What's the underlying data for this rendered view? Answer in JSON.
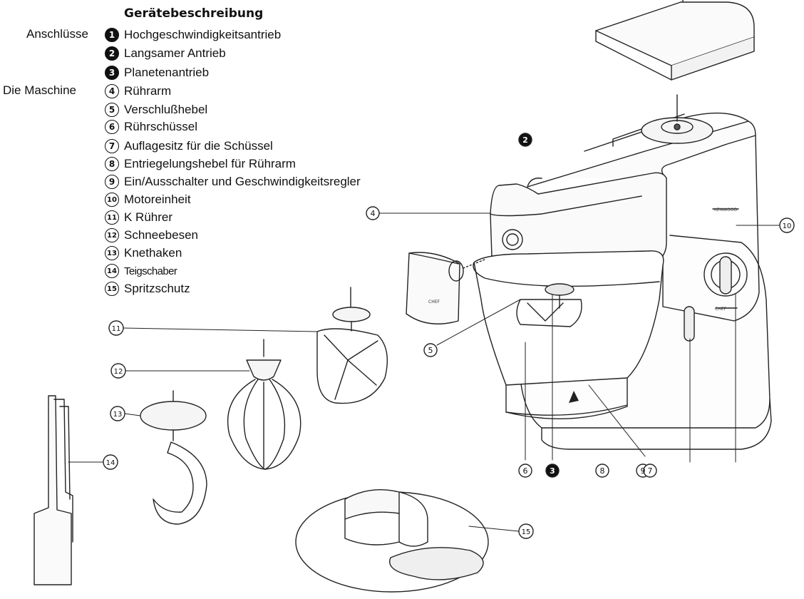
{
  "heading": "Gerätebeschreibung",
  "groups": {
    "connections": "Anschlüsse",
    "machine": "Die Maschine"
  },
  "legend": [
    {
      "num": "1",
      "label": "Hochgeschwindigkeitsantrieb",
      "style": "filled"
    },
    {
      "num": "2",
      "label": "Langsamer Antrieb",
      "style": "filled"
    },
    {
      "num": "3",
      "label": "Planetenantrieb",
      "style": "filled"
    },
    {
      "num": "4",
      "label": "Rührarm",
      "style": "outline"
    },
    {
      "num": "5",
      "label": "Verschlußhebel",
      "style": "outline"
    },
    {
      "num": "6",
      "label": "Rührschüssel",
      "style": "outline"
    },
    {
      "num": "7",
      "label": "Auflagesitz für die Schüssel",
      "style": "outline"
    },
    {
      "num": "8",
      "label": "Entriegelungshebel für Rührarm",
      "style": "outline"
    },
    {
      "num": "9",
      "label": "Ein/Ausschalter und Geschwindigkeitsregler",
      "style": "outline"
    },
    {
      "num": "10",
      "label": "Motoreinheit",
      "style": "outline"
    },
    {
      "num": "11",
      "label": "K Rührer",
      "style": "outline"
    },
    {
      "num": "12",
      "label": "Schneebesen",
      "style": "outline"
    },
    {
      "num": "13",
      "label": "Knethaken",
      "style": "outline"
    },
    {
      "num": "14",
      "label": "Teigschaber",
      "style": "outline"
    },
    {
      "num": "15",
      "label": "Spritzschutz",
      "style": "outline"
    }
  ],
  "callouts": {
    "c2": "2",
    "c3": "3",
    "c4": "4",
    "c5": "5",
    "c6": "6",
    "c8": "8",
    "c97a": "9",
    "c97b": "7",
    "c10": "10",
    "c11": "11",
    "c12": "12",
    "c13": "13",
    "c14": "14",
    "c15": "15"
  },
  "brand": {
    "top": "KENWOOD",
    "chef": "CHEF"
  }
}
